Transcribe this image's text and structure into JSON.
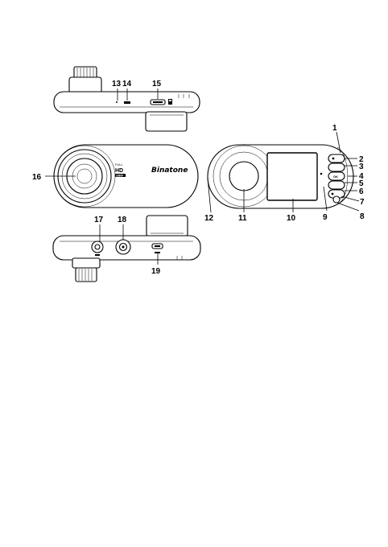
{
  "brand": "Binatone",
  "hd_badge": {
    "top": "FULL",
    "main": "HD",
    "bottom": "1080P"
  },
  "callouts": {
    "c1": "1",
    "c2": "2",
    "c3": "3",
    "c4": "4",
    "c5": "5",
    "c6": "6",
    "c7": "7",
    "c8": "8",
    "c9": "9",
    "c10": "10",
    "c11": "11",
    "c12": "12",
    "c13": "13",
    "c14": "14",
    "c15": "15",
    "c16": "16",
    "c17": "17",
    "c18": "18",
    "c19": "19"
  }
}
